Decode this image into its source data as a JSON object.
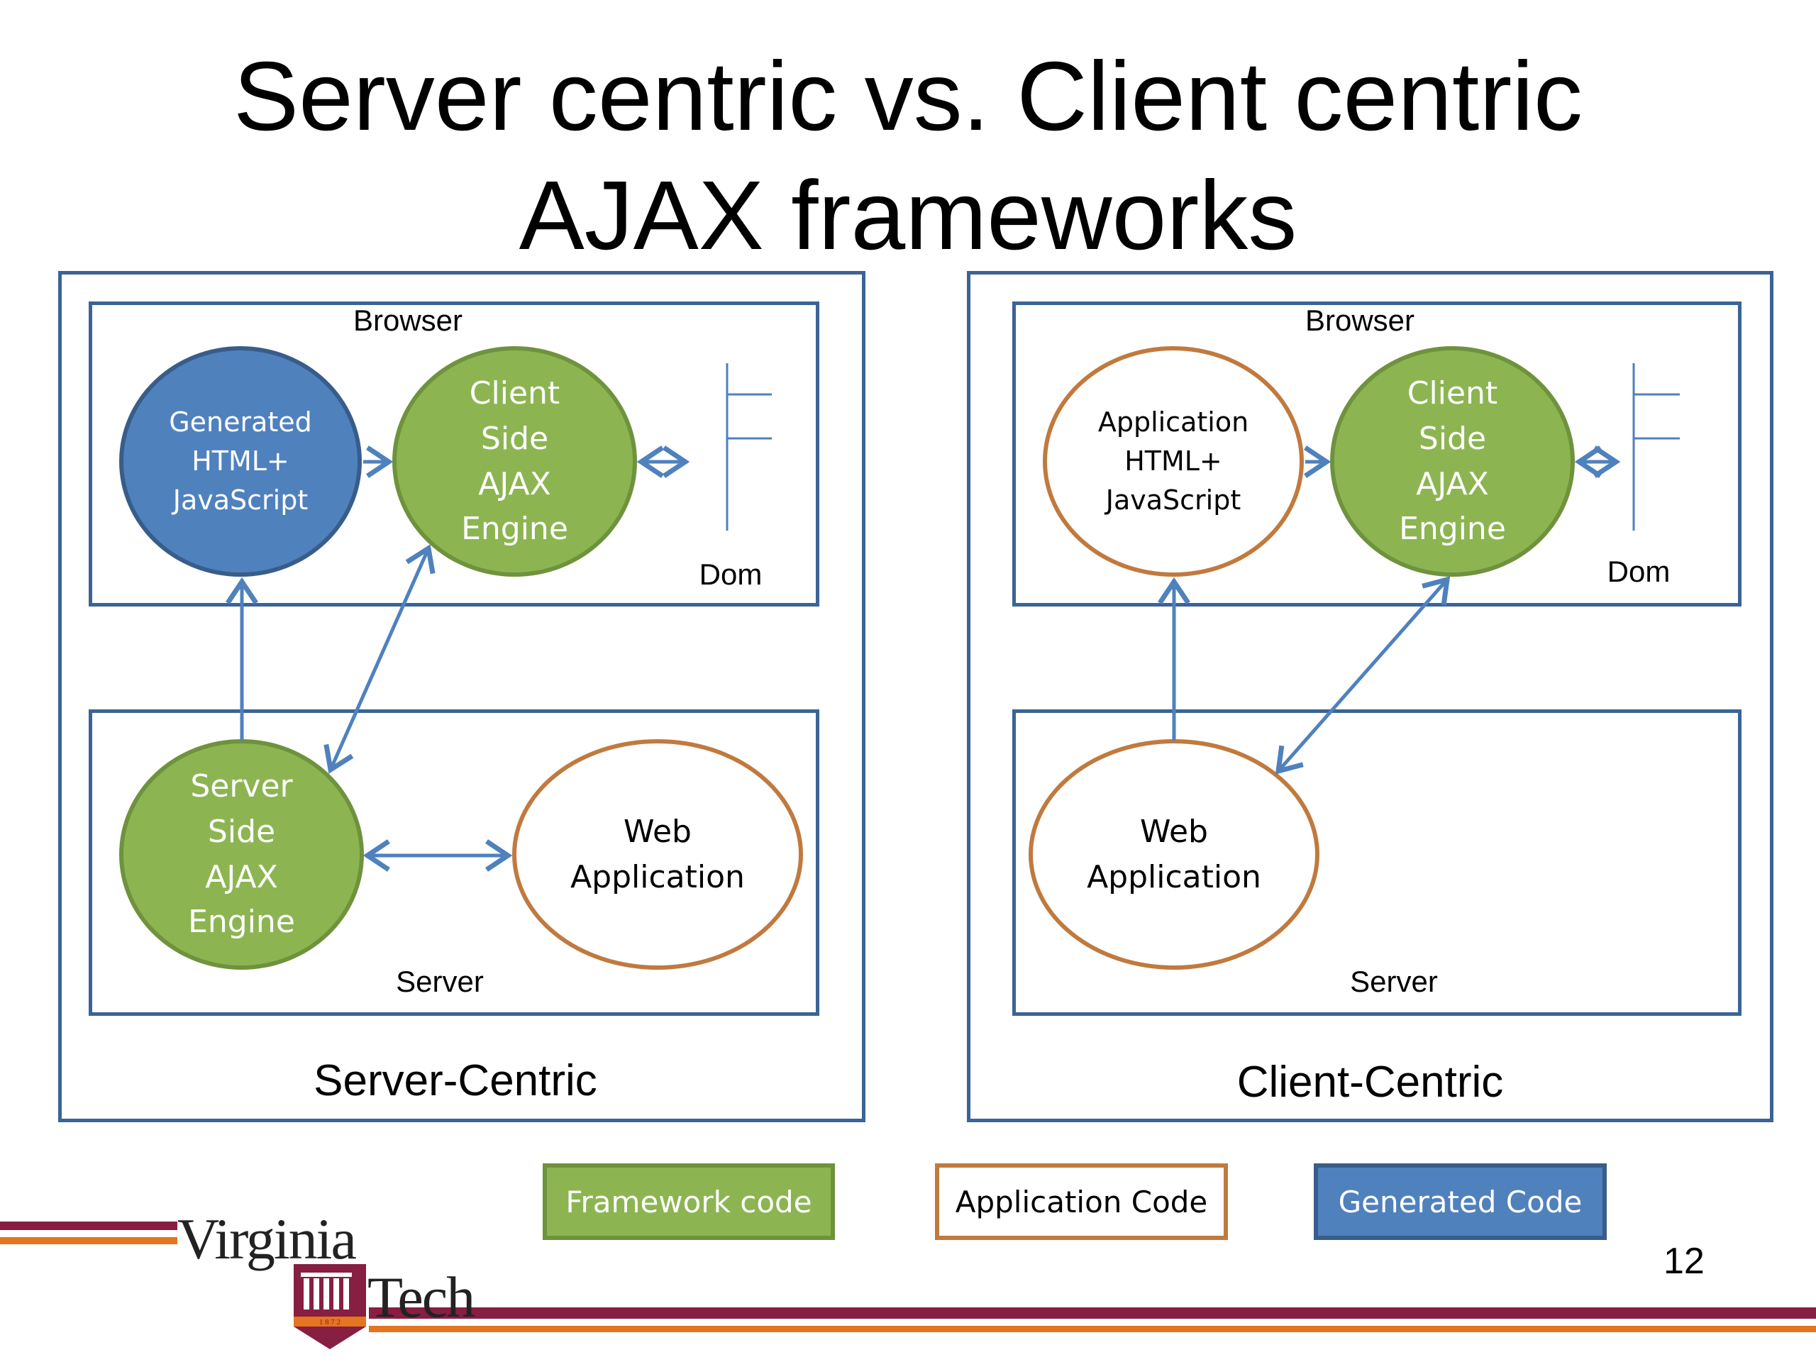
{
  "title": {
    "line1": "Server centric vs. Client centric",
    "line2": "AJAX frameworks"
  },
  "server_centric": {
    "caption": "Server-Centric",
    "browser_label": "Browser",
    "dom_label": "Dom",
    "server_label": "Server",
    "generated_node": "Generated\nHTML+\nJavaScript",
    "client_engine_node": "Client\nSide\nAJAX\nEngine",
    "server_engine_node": "Server\nSide\nAJAX\nEngine",
    "web_app_node": "Web\nApplication"
  },
  "client_centric": {
    "caption": "Client-Centric",
    "browser_label": "Browser",
    "dom_label": "Dom",
    "server_label": "Server",
    "app_node": "Application\nHTML+\nJavaScript",
    "client_engine_node": "Client\nSide\nAJAX\nEngine",
    "web_app_node": "Web\nApplication"
  },
  "legend": {
    "framework": "Framework code",
    "application": "Application Code",
    "generated": "Generated Code"
  },
  "logo": {
    "line1": "Virginia",
    "line2": "Tech",
    "year": "1 8 7 2"
  },
  "page_number": "12",
  "colors": {
    "framework_green": "#8cb552",
    "application_orange": "#c07a3e",
    "generated_blue": "#4f81bd",
    "border_blue": "#3a6496",
    "maroon": "#861f41",
    "orange_stripe": "#e5751f"
  }
}
